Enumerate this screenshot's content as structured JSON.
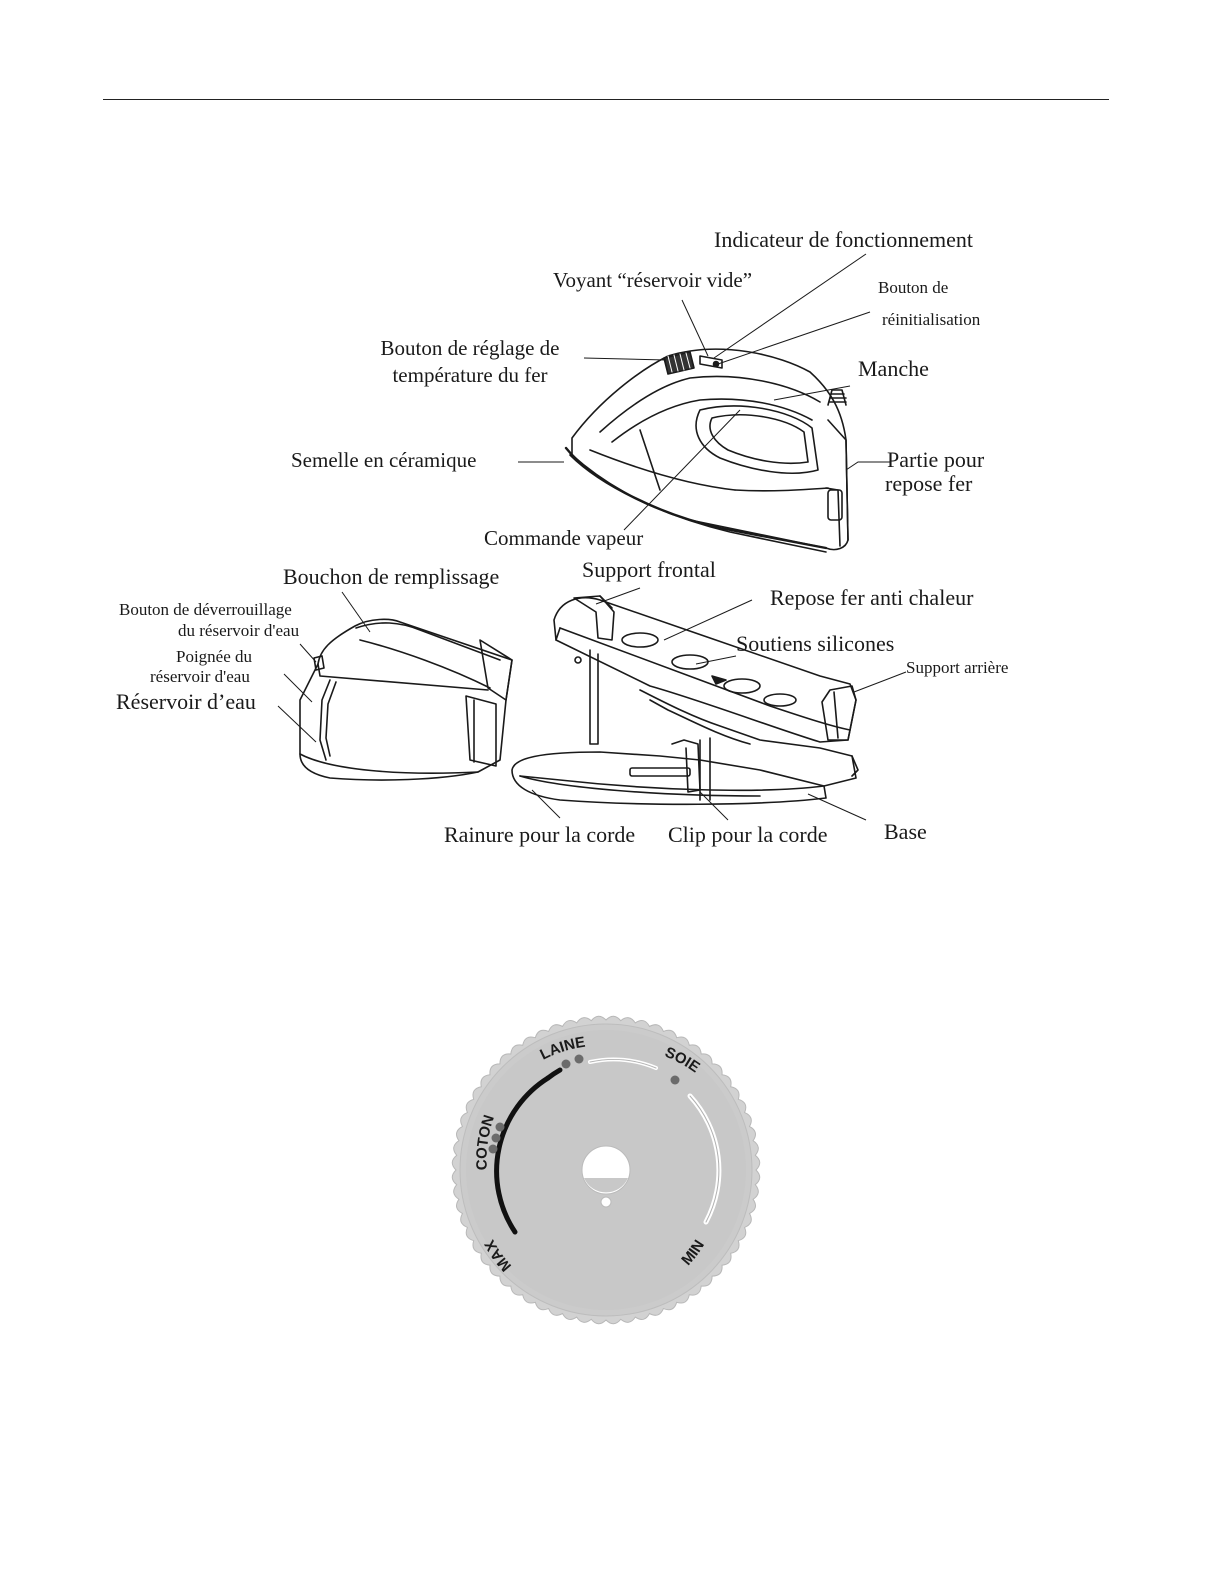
{
  "figure1": {
    "labels": {
      "operation_indicator": "Indicateur de fonctionnement",
      "empty_tank_light": "Voyant “réservoir vide”",
      "reset_button_line1": "Bouton de",
      "reset_button_line2": "réinitialisation",
      "temp_knob_line1": "Bouton de réglage de",
      "temp_knob_line2": "température du fer",
      "handle": "Manche",
      "soleplate": "Semelle en céramique",
      "rest_part_line1": "Partie pour",
      "rest_part_line2": "repose fer",
      "steam_control": "Commande vapeur",
      "fill_cap": "Bouchon de remplissage",
      "front_support": "Support frontal",
      "tank_release_line1": "Bouton de déverrouillage",
      "tank_release_line2": "du réservoir d'eau",
      "heat_rest": "Repose fer anti chaleur",
      "tank_handle_line1": "Poignée du",
      "tank_handle_line2": "réservoir d'eau",
      "silicone_supports": "Soutiens silicones",
      "water_tank": "Réservoir d’eau",
      "rear_support": "Support arrière",
      "cord_groove": "Rainure pour la corde",
      "cord_clip": "Clip pour la corde",
      "base": "Base"
    }
  },
  "dial": {
    "labels": {
      "max": "MAX",
      "coton": "COTON",
      "laine": "LAINE",
      "soie": "SOIE",
      "min": "MIN"
    }
  },
  "colors": {
    "line": "#1a1a1a",
    "dial_face": "#c8c8c8",
    "dial_rim": "#d2d2d2"
  }
}
